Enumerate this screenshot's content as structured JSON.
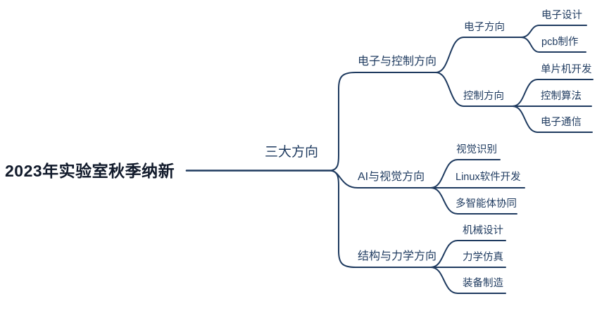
{
  "colors": {
    "background": "#ffffff",
    "connector_line": "#1e3a5f",
    "root_text": "#111a2b",
    "node_text": "#1e3a5f"
  },
  "mindmap": {
    "root": {
      "label": "2023年实验室秋季纳新"
    },
    "overview": {
      "label": "三大方向"
    },
    "branches": [
      {
        "label": "电子与控制方向",
        "children": [
          {
            "label": "电子方向",
            "children": [
              {
                "label": "电子设计"
              },
              {
                "label": "pcb制作"
              }
            ]
          },
          {
            "label": "控制方向",
            "children": [
              {
                "label": "单片机开发"
              },
              {
                "label": "控制算法"
              },
              {
                "label": "电子通信"
              }
            ]
          }
        ]
      },
      {
        "label": "AI与视觉方向",
        "children": [
          {
            "label": "视觉识别"
          },
          {
            "label": "Linux软件开发"
          },
          {
            "label": "多智能体协同"
          }
        ]
      },
      {
        "label": "结构与力学方向",
        "children": [
          {
            "label": "机械设计"
          },
          {
            "label": "力学仿真"
          },
          {
            "label": "装备制造"
          }
        ]
      }
    ]
  }
}
